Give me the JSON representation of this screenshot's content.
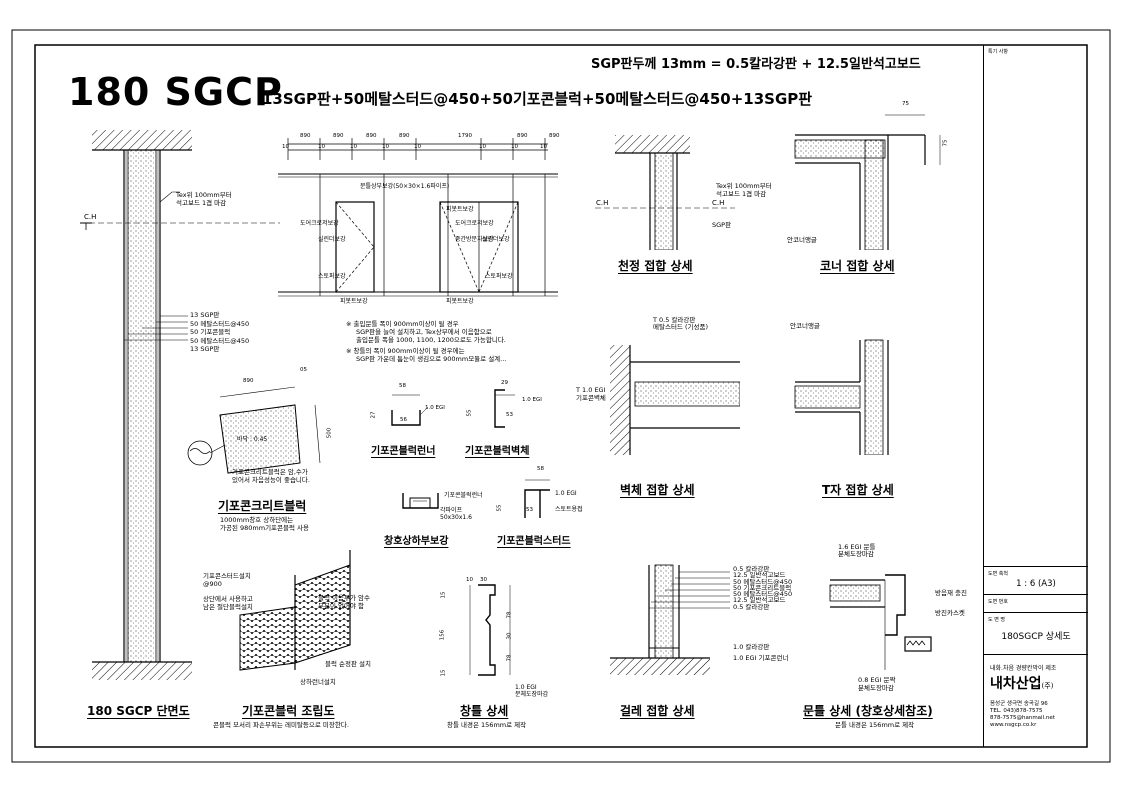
{
  "header": {
    "main_title": "180 SGCP",
    "composition": "13SGP판+50메탈스터드@450+50기포콘블럭+50메탈스터드@450+13SGP판",
    "spec_note": "SGP판두께 13mm = 0.5칼라강판 + 12.5일반석고보드"
  },
  "section": {
    "tex_note": [
      "Tex위 100mm부터",
      "석고보드 1겹 마감"
    ],
    "ch": "C.H",
    "layers": [
      "13 SGP판",
      "50 메탈스터드@450",
      "50 기포콘블럭",
      "50 메탈스터드@450",
      "13 SGP판"
    ],
    "caption": "180 SGCP 단면도"
  },
  "elevation": {
    "dims_top": [
      "890",
      "890",
      "890",
      "890",
      "1790",
      "890",
      "890"
    ],
    "dims_bottom": [
      "10",
      "10",
      "10",
      "10",
      "10",
      "10",
      "10",
      "10"
    ],
    "labels": [
      "문틀상부보강(50×30×1.6파이프)",
      "도어크로저보강",
      "실린더보강",
      "스토퍼보강",
      "피봇트보강",
      "피봇트보강",
      "도어크로저보강",
      "중간방문자보강",
      "실린더보강",
      "스토퍼보강",
      "피봇트보강"
    ],
    "notes": [
      "※ 출입문틀 폭이 900mm이상이 될 경우",
      "SGP판을 늘여 설치하고, Tex상부에서 이음함으로",
      "출입문틀 폭을 1000, 1100, 1200으로도 가능합니다.",
      "※ 창틀의 폭이 900mm이상이 될 경우에는",
      "SGP판 가운데 틈눈이 생김으로 900mm모듈로 설계..."
    ]
  },
  "block": {
    "dim_w": "890",
    "dim_t": "05",
    "dim_h": "500",
    "inner": "바닥 : 0.45",
    "note": [
      "기포콘크리트블럭은 암,수가",
      "있어서 차음성능이 좋습니다."
    ],
    "caption": "기포콘크리트블럭",
    "sub": [
      "1000mm창호 상하단에는",
      "가공된 980mm기포콘블럭 사용"
    ]
  },
  "runner": {
    "dims": [
      "58",
      "27",
      "56"
    ],
    "egi": "1.0 EGI",
    "caption": "기포콘블럭런너"
  },
  "wallbody": {
    "dims": [
      "29",
      "55",
      "53"
    ],
    "egi": "1.0 EGI",
    "caption": "기포콘블럭벽체"
  },
  "window_reinf": {
    "labels": [
      "기포콘블럭런너",
      "각파이프",
      "50x30x1.6"
    ],
    "caption": "창호상하부보강"
  },
  "stud": {
    "dims": [
      "58",
      "55",
      "53"
    ],
    "labels": [
      "1.0 EGI",
      "스토트용접"
    ],
    "caption": "기포콘블럭스터드"
  },
  "assembly": {
    "labels": [
      "기포콘스터드설치",
      "@900",
      "상단에서 사용하고",
      "남은 절단블럭설치",
      "블럭 이음부가 암수",
      "부분이 없어야 함",
      "블럭 순정판 설치",
      "상하런너설치"
    ],
    "caption": "기포콘블럭 조립도",
    "sub": "콘블럭 모서리 파손부위는 레미탈등으로 미장한다."
  },
  "window_frame": {
    "dims": [
      "10",
      "30",
      "15",
      "156",
      "78",
      "30",
      "78",
      "15"
    ],
    "egi": [
      "1.0 EGI",
      "분체도장마감"
    ],
    "caption": "창틀 상세",
    "sub": "창틀 내경은 156mm로 제작"
  },
  "ceiling": {
    "tex_note": [
      "Tex위 100mm부터",
      "석고보드 1겹 마감"
    ],
    "ch": "C.H",
    "sgp": "SGP판",
    "caption": "천정 접합 상세"
  },
  "corner": {
    "dim": "75",
    "dim2": "75",
    "label": "안코너앵글",
    "caption": "코너 접합 상세"
  },
  "wall_joint": {
    "labels": [
      "T 0.5 칼라강판",
      "메탈스터드 (기성품)",
      "T 1.0 EGI",
      "기포콘벽체"
    ],
    "caption": "벽체 접합 상세"
  },
  "t_joint": {
    "label": "안코너앵글",
    "caption": "T자 접합 상세"
  },
  "base": {
    "layers": [
      "0.5 칼라강판",
      "12.5 일반석고보드",
      "50 메탈스터드@450",
      "50 기포콘크리트블럭",
      "50 메탈스터드@450",
      "12.5 일반석고보드",
      "0.5 칼라강판"
    ],
    "bottom": [
      "1.0 칼라강판",
      "1.0 EGI 기포콘런너"
    ],
    "caption": "걸레 접합 상세"
  },
  "door_frame": {
    "labels": [
      "1.6 EGI 문틀",
      "분체도장마감",
      "방음재 충진",
      "방진카스켓",
      "0.8 EGI 문짝",
      "분체도장마감"
    ],
    "caption": "문틀 상세 (창호상세참조)",
    "sub": "문틀 내경은 156mm로 제작"
  },
  "titleblock": {
    "remarks_key": "특기 사항",
    "scale_key": "도면 축척",
    "scale": "1 : 6 (A3)",
    "number_key": "도면 번호",
    "name_key": "도 면 명",
    "name": "180SGCP 상세도",
    "company_line": "내화.차음 경량칸막이 제조",
    "company": "내차산업",
    "company_mark": "(주)",
    "address": "음성군 생극면 송곡길 96",
    "tel": "TEL. 043)878-7575",
    "email": "878-7575@hanmail.net",
    "web": "www.nsgcp.co.kr"
  }
}
